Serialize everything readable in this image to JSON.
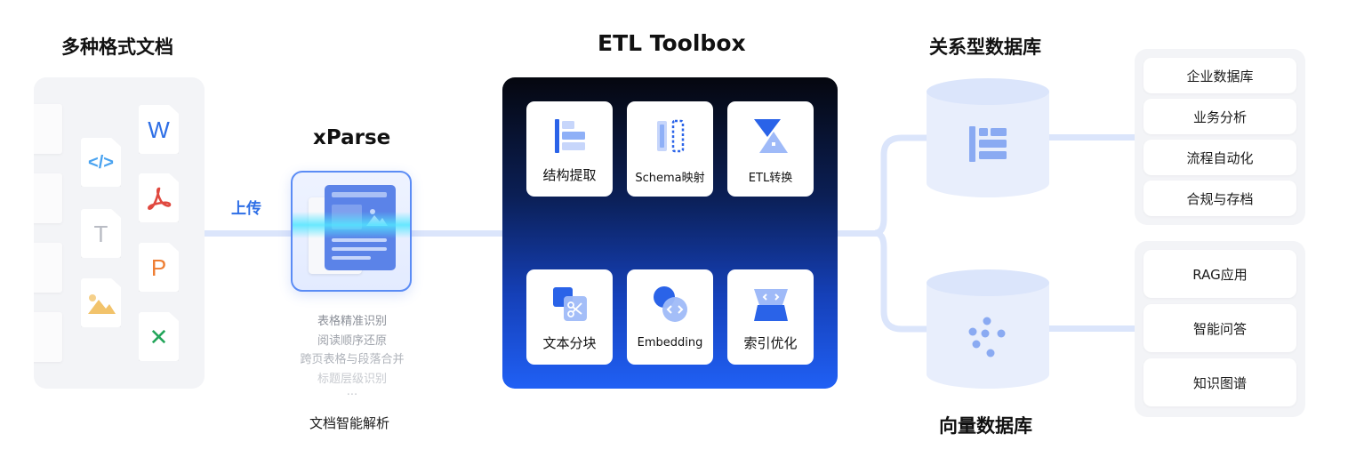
{
  "left": {
    "title": "多种格式文档",
    "upload_label": "上传",
    "docs": [
      {
        "name": "code",
        "glyph": "</>",
        "color": "#4aa3f0"
      },
      {
        "name": "text",
        "glyph": "T",
        "color": "#b9bcc4"
      },
      {
        "name": "image",
        "glyph": "▲",
        "color": "#f2c36b"
      },
      {
        "name": "word",
        "glyph": "W",
        "color": "#2f6fe6"
      },
      {
        "name": "pdf",
        "glyph": "⟁",
        "color": "#e0483f"
      },
      {
        "name": "powerpoint",
        "glyph": "P",
        "color": "#ee7e33"
      },
      {
        "name": "excel",
        "glyph": "✕",
        "color": "#23a55a"
      }
    ]
  },
  "xparse": {
    "title": "xParse",
    "features": [
      "表格精准识别",
      "阅读顺序还原",
      "跨页表格与段落合并",
      "标题层级识别",
      "..."
    ],
    "caption": "文档智能解析"
  },
  "etl": {
    "title": "ETL Toolbox",
    "tools": [
      "结构提取",
      "Schema映射",
      "ETL转换",
      "文本分块",
      "Embedding",
      "索引优化"
    ]
  },
  "relational": {
    "title": "关系型数据库",
    "items": [
      "企业数据库",
      "业务分析",
      "流程自动化",
      "合规与存档"
    ]
  },
  "vector": {
    "title": "向量数据库",
    "items": [
      "RAG应用",
      "智能问答",
      "知识图谱"
    ]
  },
  "colors": {
    "accent": "#2f6fe6",
    "connector": "#dbe5fb",
    "panel": "#f3f4f7"
  }
}
